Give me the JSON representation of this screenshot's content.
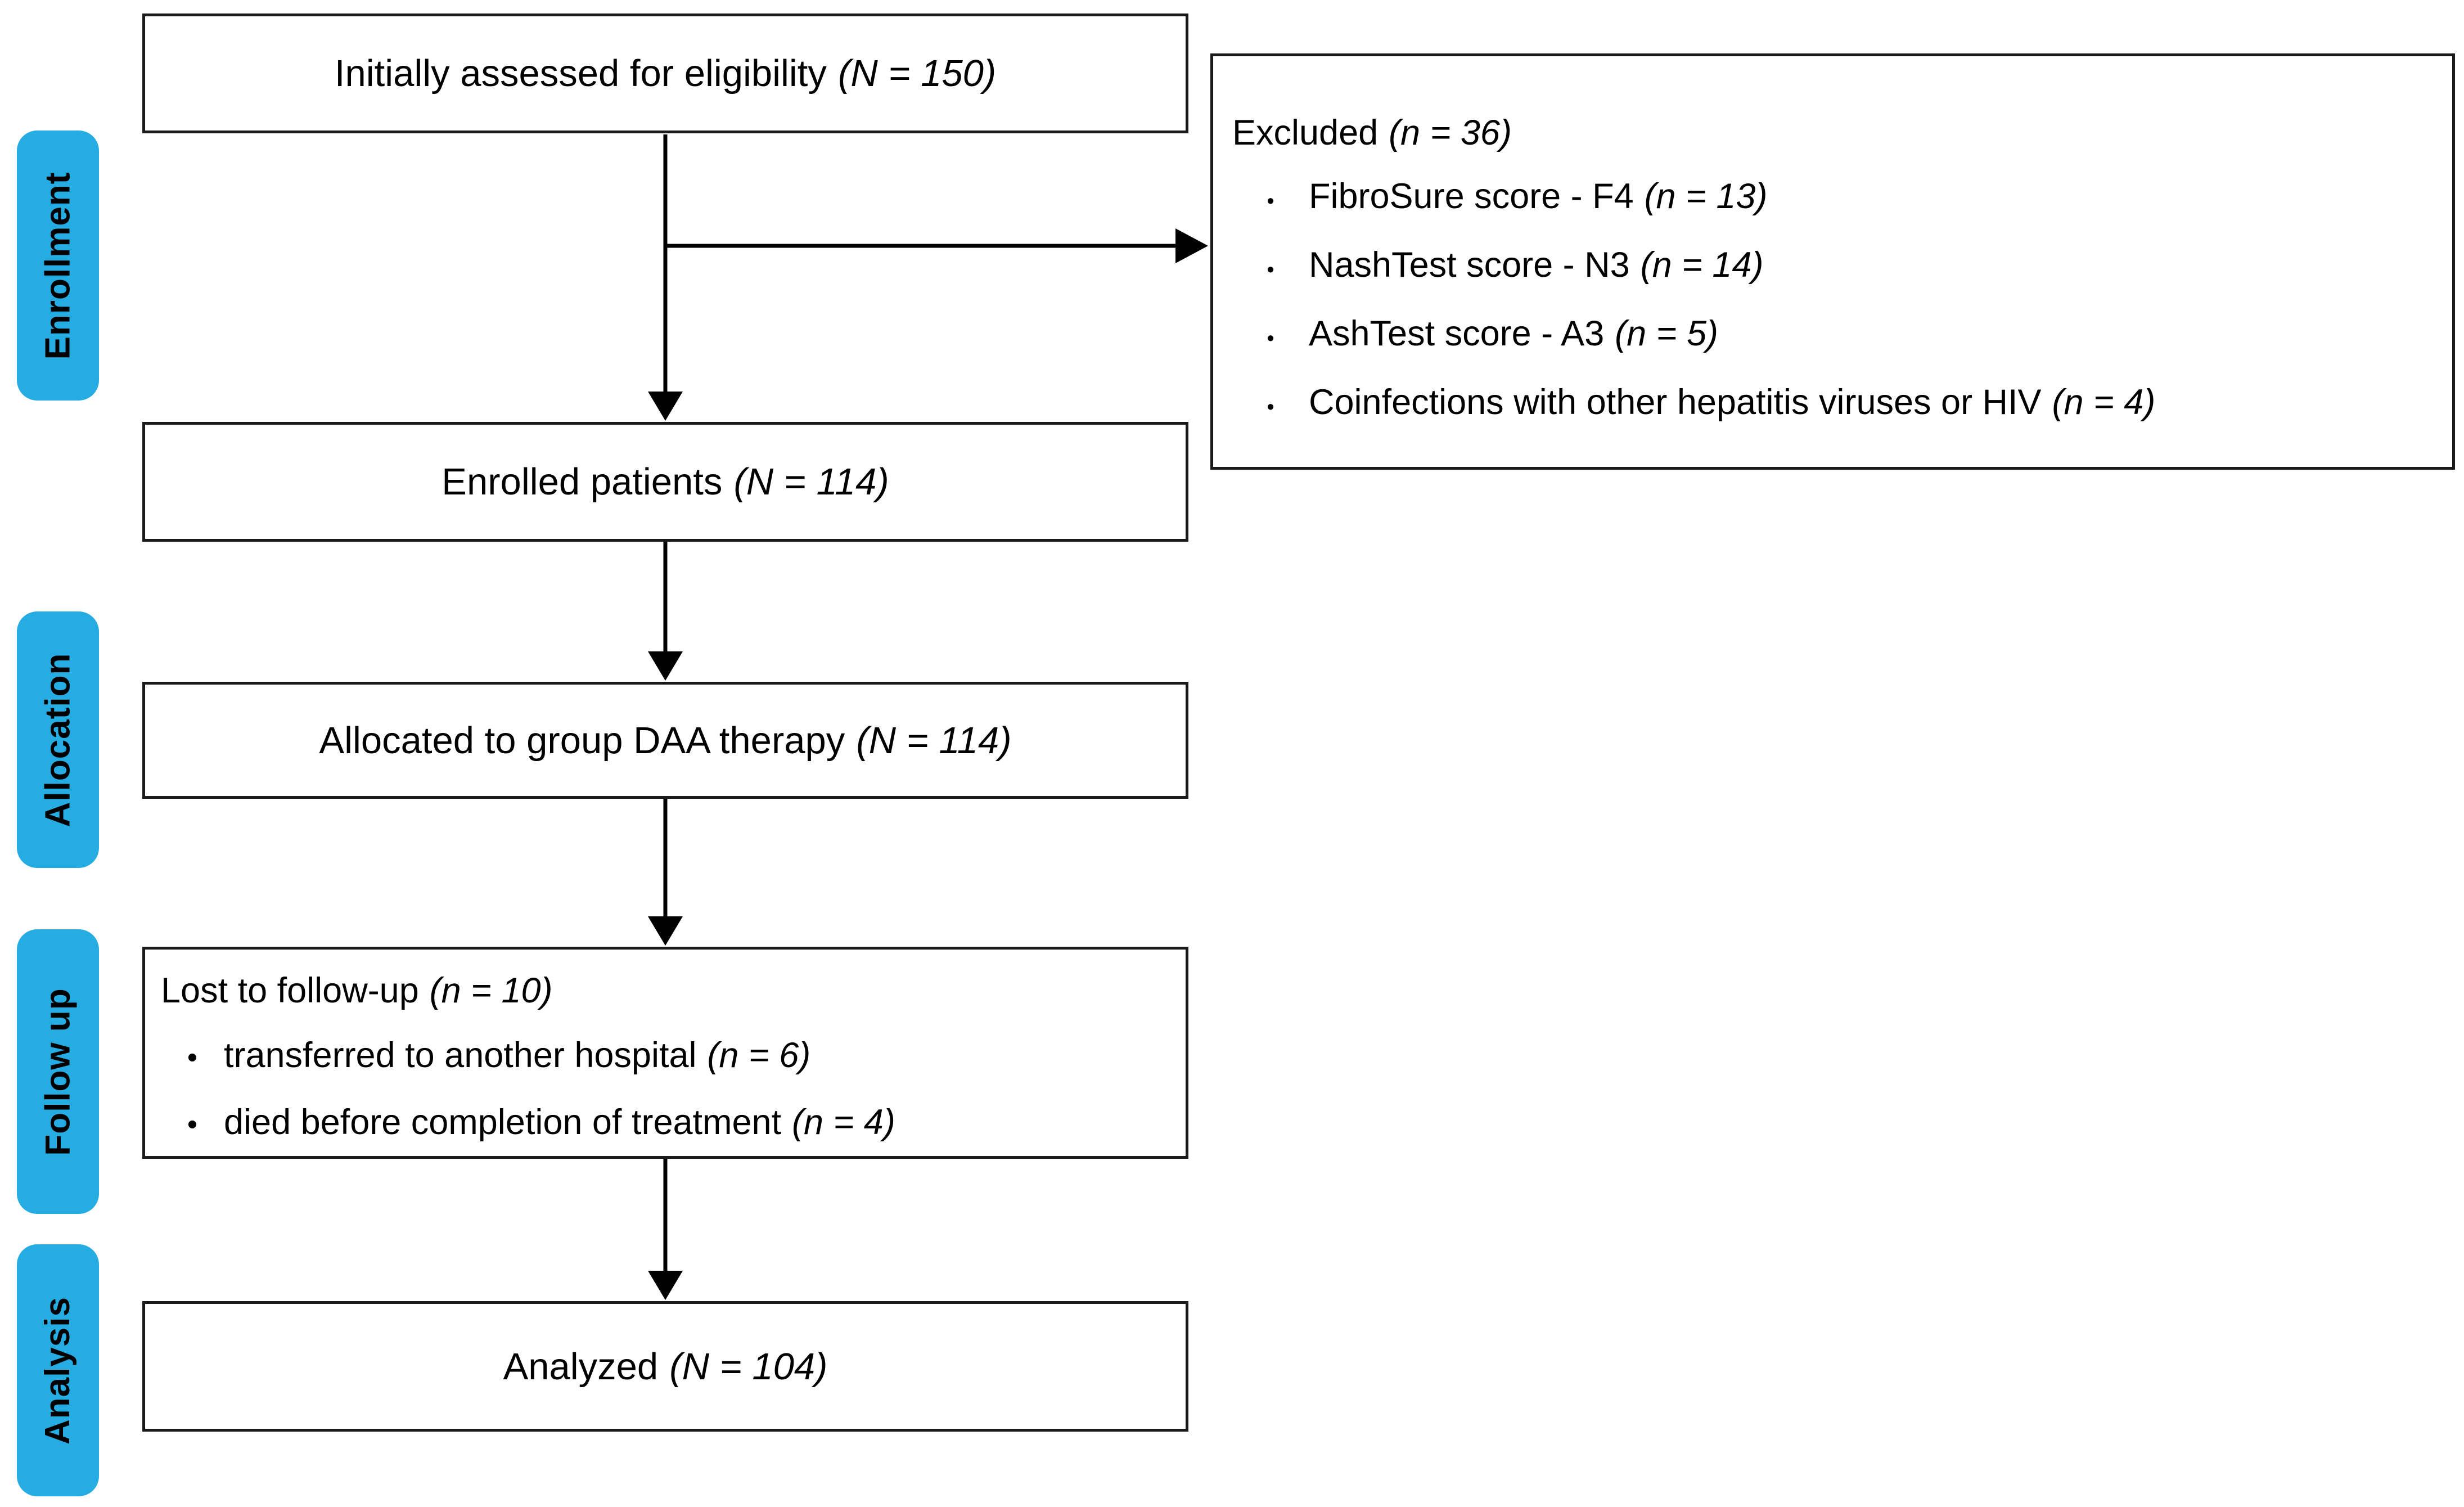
{
  "palette": {
    "background": "#ffffff",
    "stage_label_bg": "#25ACE3",
    "box_border": "#1a1a1a",
    "text": "#000000"
  },
  "icons": {
    "bullet": "•"
  },
  "stages": [
    {
      "label": "Enrollment"
    },
    {
      "label": "Allocation"
    },
    {
      "label": "Follow up"
    },
    {
      "label": "Analysis"
    }
  ],
  "boxes": {
    "eligibility": {
      "text": "Initially assessed for eligibility",
      "stat": "(N = 150)"
    },
    "excluded": {
      "title": "Excluded",
      "title_stat": "(n = 36)",
      "items": [
        {
          "text": "FibroSure score - F4",
          "stat": "(n = 13)"
        },
        {
          "text": "NashTest score - N3",
          "stat": "(n = 14)"
        },
        {
          "text": "AshTest score - A3",
          "stat": "(n = 5)"
        },
        {
          "text": "Coinfections with other hepatitis viruses or HIV",
          "stat": "(n = 4)"
        }
      ]
    },
    "enrolled": {
      "text": "Enrolled patients",
      "stat": "(N = 114)"
    },
    "allocated": {
      "text": "Allocated to group DAA therapy",
      "stat": "(N = 114)"
    },
    "followup": {
      "title": "Lost to follow-up",
      "title_stat": "(n = 10)",
      "items": [
        {
          "text": "transferred to another hospital",
          "stat": "(n = 6)"
        },
        {
          "text": "died before completion of treatment",
          "stat": "(n = 4)"
        }
      ]
    },
    "analyzed": {
      "text": "Analyzed",
      "stat": "(N = 104)"
    }
  }
}
